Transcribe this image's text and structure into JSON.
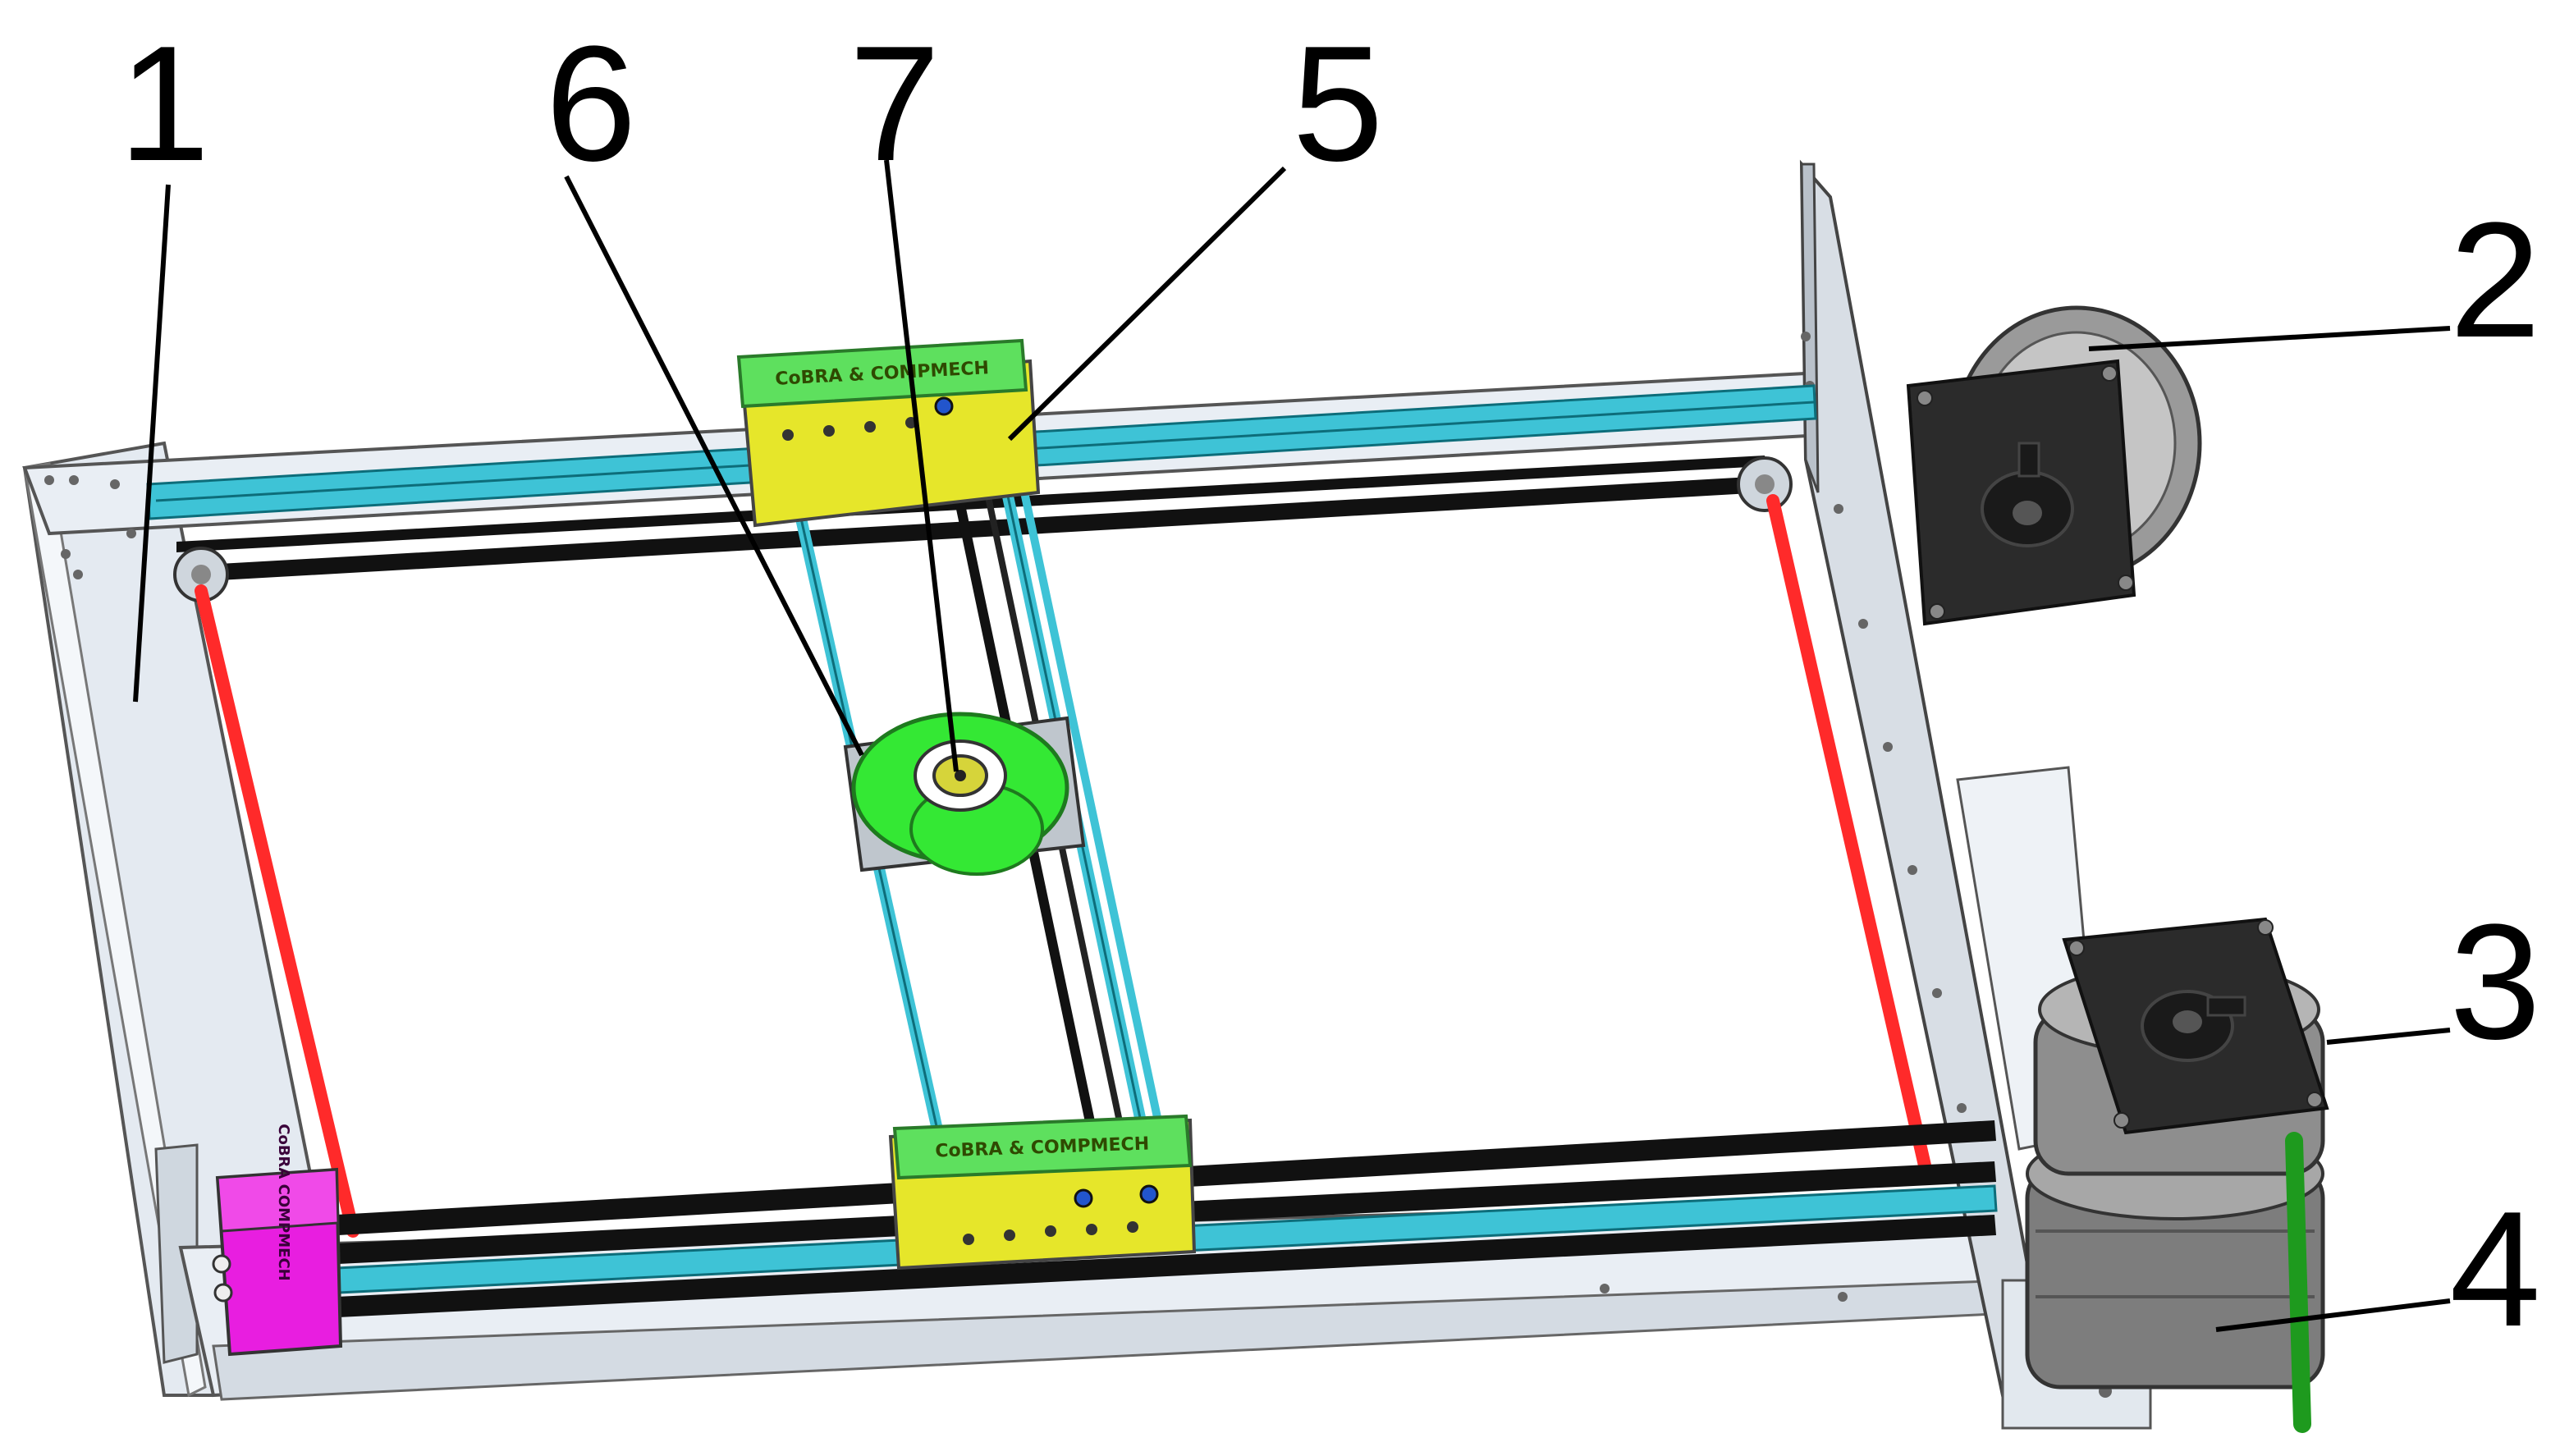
{
  "figure": {
    "callouts": [
      {
        "id": "1",
        "text": "1"
      },
      {
        "id": "2",
        "text": "2"
      },
      {
        "id": "3",
        "text": "3"
      },
      {
        "id": "4",
        "text": "4"
      },
      {
        "id": "5",
        "text": "5"
      },
      {
        "id": "6",
        "text": "6"
      },
      {
        "id": "7",
        "text": "7"
      }
    ],
    "engravings": {
      "top_carriage": "CoBRA & COMPMECH",
      "bottom_carriage": "CoBRA & COMPMECH",
      "end_block": "CoBRA COMPMECH"
    },
    "colors": {
      "frame": "#dfe6ee",
      "rail": "#3ec3d6",
      "belt": "#111111",
      "shaft": "#ff2a2a",
      "carriage": "#e6e62a",
      "carriage_plate": "#5ee05e",
      "effector": "#34e834",
      "end_block": "#e81ee0",
      "motor_plate": "#2b2b2b",
      "motor_body": "#8e8e8e",
      "motor_rod": "#1e9a1e"
    }
  }
}
